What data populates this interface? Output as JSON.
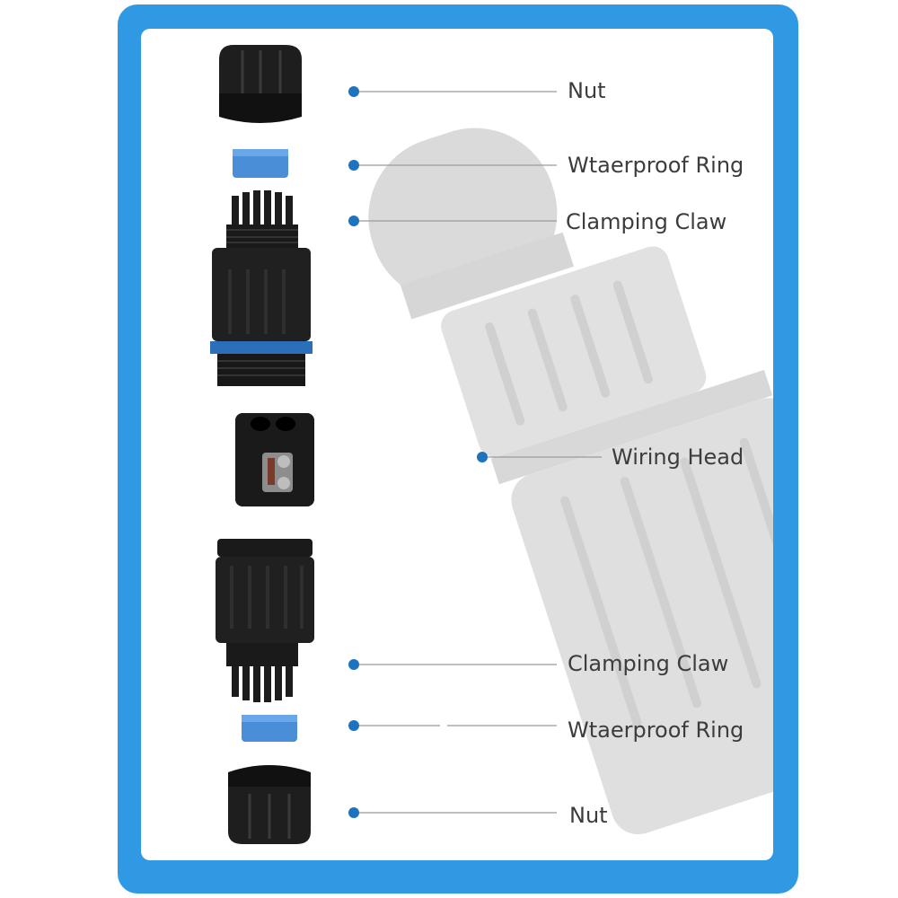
{
  "colors": {
    "frame": "#2f9ae3",
    "dot": "#1e73be",
    "line": "#9a9a9a",
    "part": "#1b1b1b",
    "ring": "#4a8ed8"
  },
  "labels": {
    "nut_top": "Nut",
    "ring_top": "Wtaerproof Ring",
    "claw_top": "Clamping Claw",
    "wiring_head": "Wiring Head",
    "claw_bottom": "Clamping Claw",
    "ring_bottom": "Wtaerproof Ring",
    "nut_bottom": "Nut"
  },
  "parts": [
    "nut-icon",
    "seal-ring-icon",
    "clamping-claw-body-icon",
    "wiring-head-icon",
    "clamping-claw-body-icon",
    "seal-ring-icon",
    "nut-icon"
  ]
}
